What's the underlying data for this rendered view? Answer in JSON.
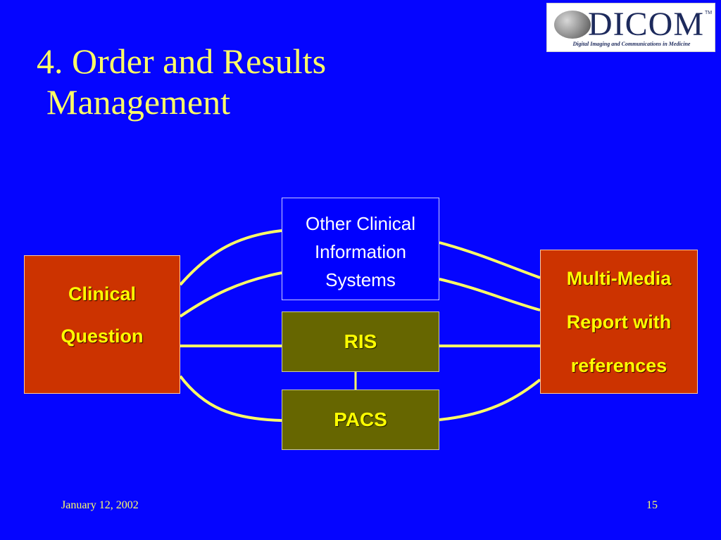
{
  "slide": {
    "title_line1": "4. Order and Results",
    "title_line2": "Management",
    "date": "January 12, 2002",
    "page_number": "15"
  },
  "logo": {
    "wordmark": "DICOM",
    "tm": "TM",
    "tagline": "Digital Imaging and Communications in Medicine"
  },
  "diagram": {
    "clinical_question": [
      "Clinical",
      "Question"
    ],
    "other_systems": [
      "Other Clinical",
      "Information",
      "Systems"
    ],
    "ris": "RIS",
    "pacs": "PACS",
    "report": [
      "Multi-Media",
      "Report with",
      "references"
    ]
  },
  "colors": {
    "background": "#0505ff",
    "title_text": "#ffff66",
    "connector": "#ffff66",
    "red_box": "#cc3300",
    "olive_box": "#666600"
  }
}
